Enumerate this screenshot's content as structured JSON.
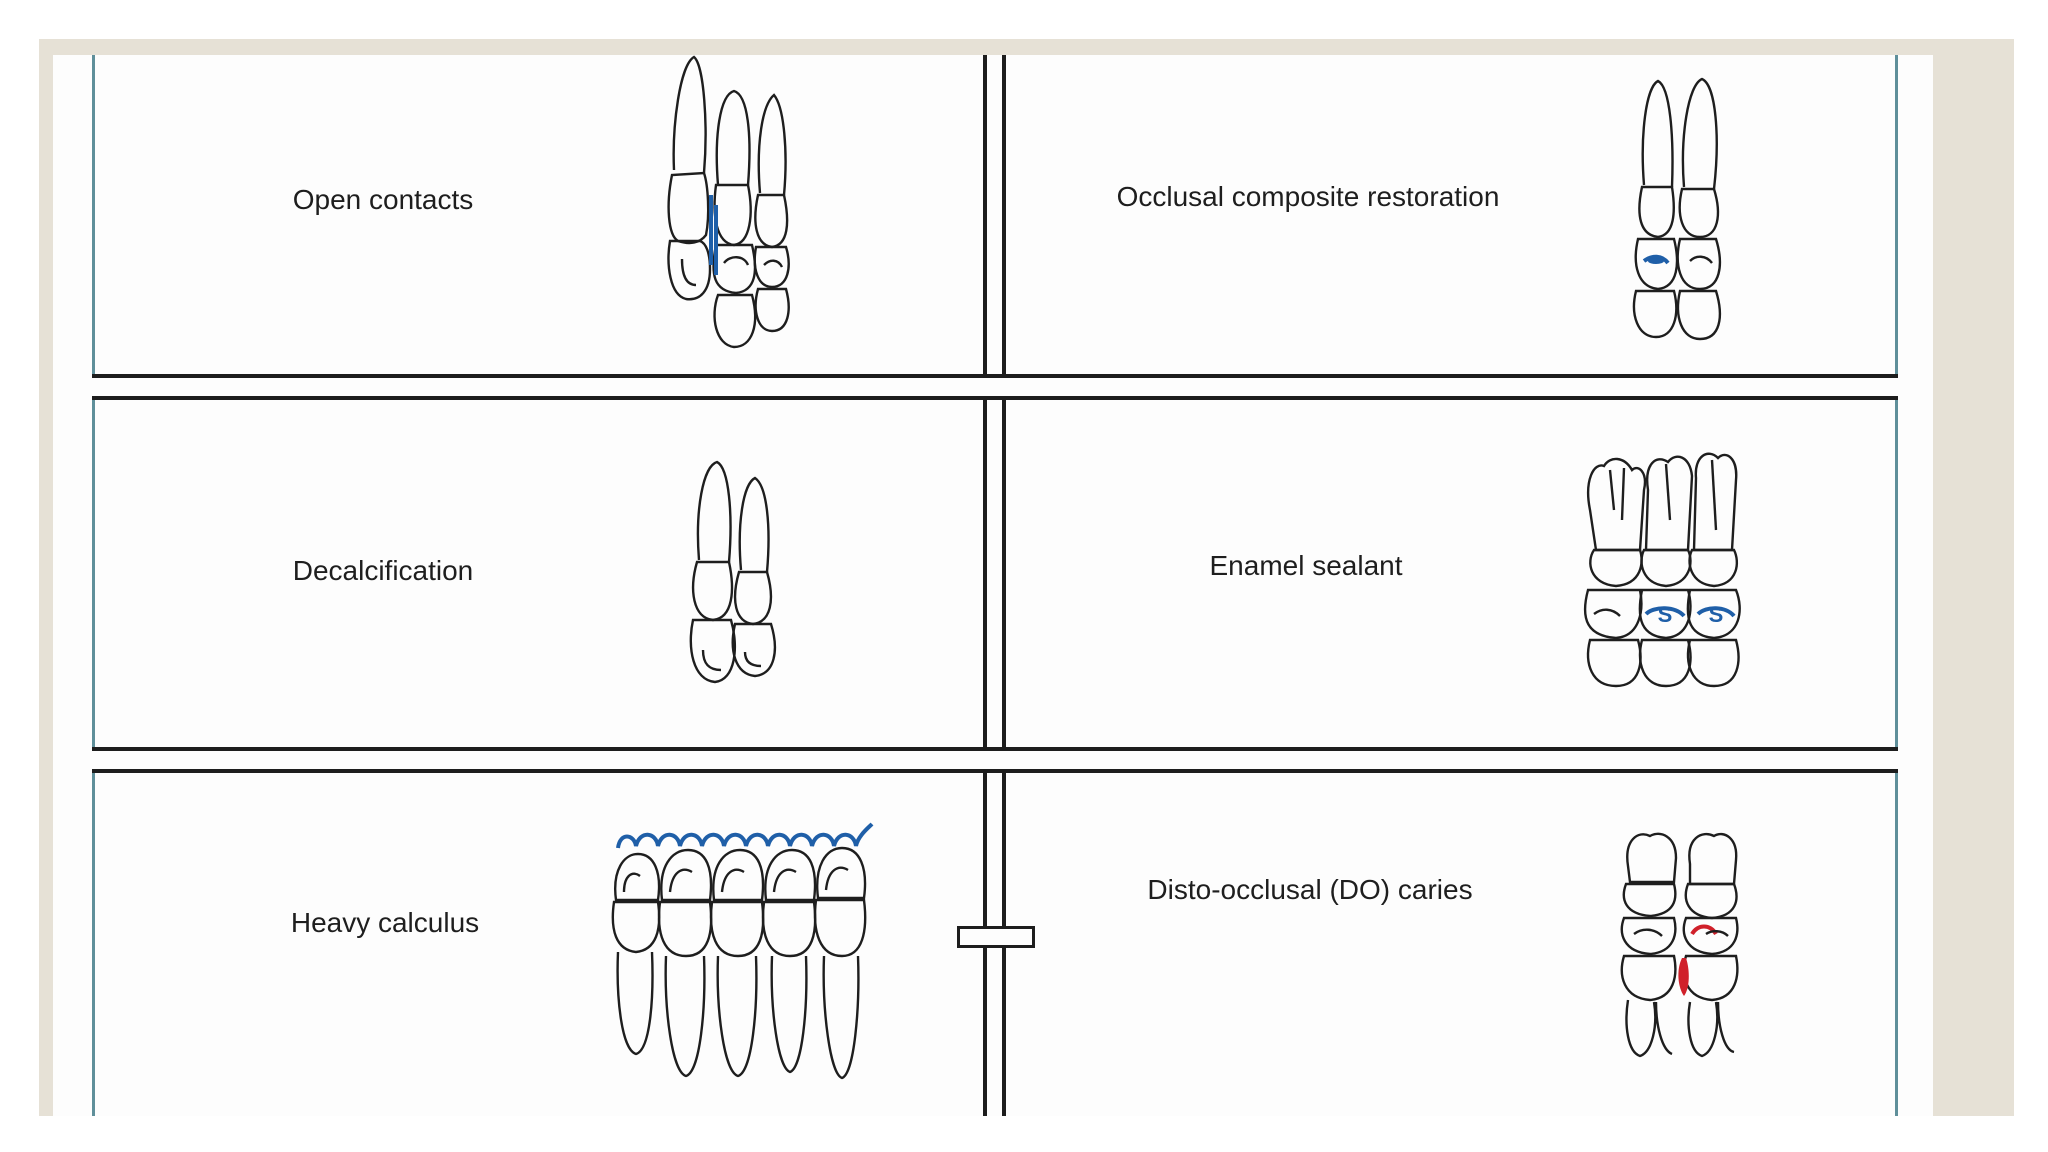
{
  "colors": {
    "frame": "#e6e1d6",
    "line": "#1d1d1d",
    "edge": "#5f8f9a",
    "blue_mark": "#1f5fa8",
    "red_mark": "#d0202a"
  },
  "cells": [
    {
      "label": "Open contacts",
      "icon": "open-contacts-teeth-icon"
    },
    {
      "label": "Occlusal composite restoration",
      "icon": "occlusal-composite-teeth-icon"
    },
    {
      "label": "Decalcification",
      "icon": "decalcification-teeth-icon"
    },
    {
      "label": "Enamel sealant",
      "icon": "enamel-sealant-teeth-icon"
    },
    {
      "label": "Heavy calculus",
      "icon": "heavy-calculus-teeth-icon"
    },
    {
      "label": "Disto-occlusal (DO) caries",
      "icon": "do-caries-teeth-icon"
    }
  ],
  "sealant_symbol": "S"
}
